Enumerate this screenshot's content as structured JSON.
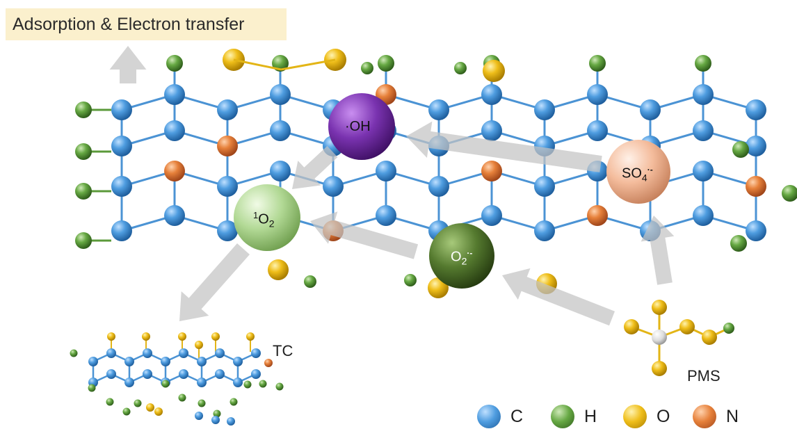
{
  "title": "Adsorption & Electron transfer",
  "species": {
    "oh": "·OH",
    "so4": "SO",
    "so4_sub": "4",
    "so4_sup": "·-",
    "o2_singlet_sup": "1",
    "o2_singlet": "O",
    "o2_singlet_sub": "2",
    "o2_radical": "O",
    "o2_radical_sub": "2",
    "o2_radical_sup": "·-"
  },
  "molecule_labels": {
    "tc": "TC",
    "pms": "PMS"
  },
  "legend": [
    {
      "symbol": "C",
      "color": "#3d8ed4"
    },
    {
      "symbol": "H",
      "color": "#5b9a3a"
    },
    {
      "symbol": "O",
      "color": "#e3b516"
    },
    {
      "symbol": "N",
      "color": "#e07a30"
    }
  ],
  "colors": {
    "carbon": "#3d8ed4",
    "hydrogen": "#5b9a3a",
    "oxygen": "#e3b516",
    "nitrogen": "#e07a30",
    "oh_sphere": "#6a2a9a",
    "so4_sphere": "#f2b89a",
    "o2_singlet_sphere": "#a9d18e",
    "o2_radical_sphere": "#4d6e2a",
    "arrow": "#c9c9c9",
    "title_bg": "#fbf0cd"
  }
}
